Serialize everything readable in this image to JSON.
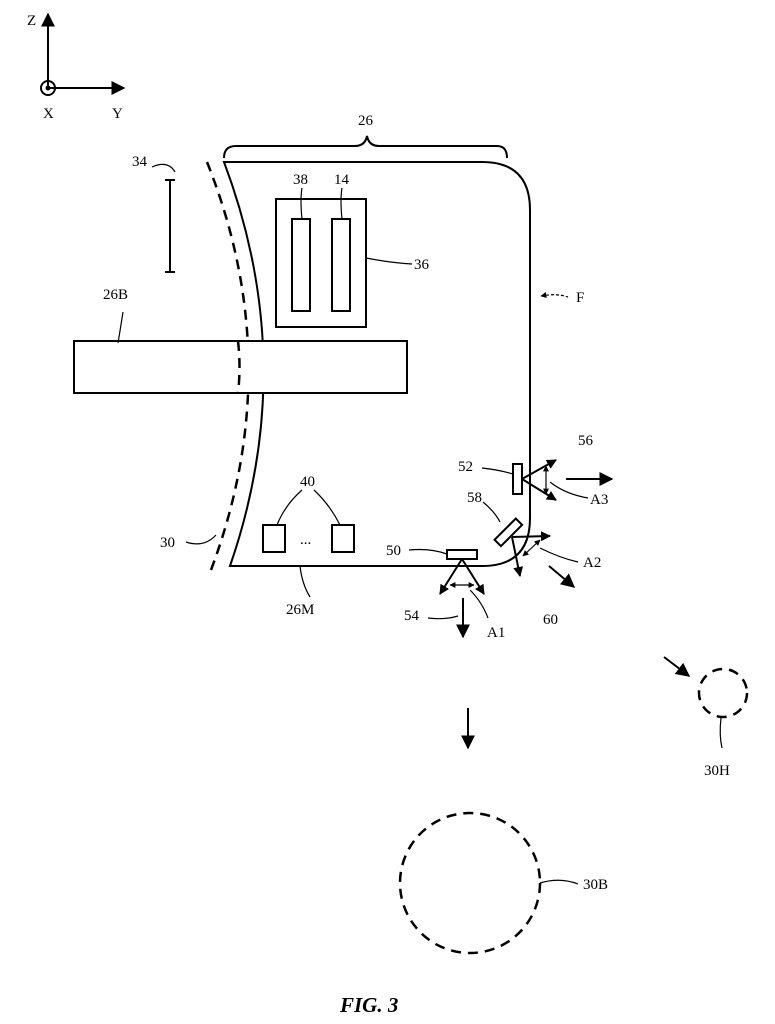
{
  "axes": {
    "z": "Z",
    "x": "X",
    "y": "Y"
  },
  "labels": {
    "l26": "26",
    "l34": "34",
    "l38": "38",
    "l14": "14",
    "l36": "36",
    "l26B": "26B",
    "lF": "F",
    "l56": "56",
    "l52": "52",
    "lA3": "A3",
    "l58": "58",
    "l40": "40",
    "ellipsis": "...",
    "l30": "30",
    "l50": "50",
    "lA2": "A2",
    "l26M": "26M",
    "l54": "54",
    "lA1": "A1",
    "l60": "60",
    "l30H": "30H",
    "l30B": "30B"
  },
  "caption": "FIG. 3"
}
